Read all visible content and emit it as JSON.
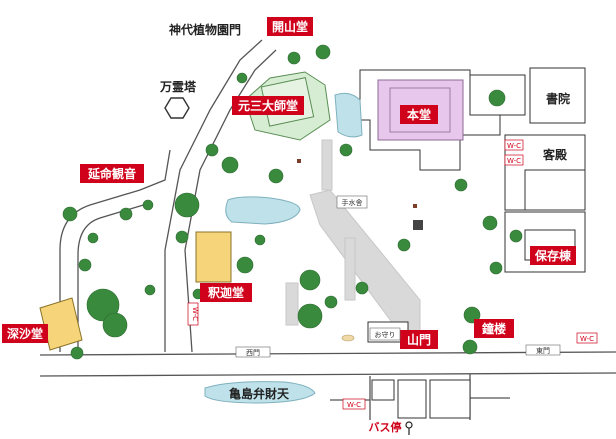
{
  "colors": {
    "label_red": "#d0021b",
    "hall_yellow": "#f6d57a",
    "main_hall_purple": "#e7c8ec",
    "garden_green": "#d6edd3",
    "pond_blue": "#bfe1ea",
    "tree_green": "#3a8a3e",
    "road_gray": "#d6d6d6"
  },
  "labels": {
    "kaizando": "開山堂",
    "ganzan_daishido": "元三大師堂",
    "enmei_kannon": "延命観音",
    "shakado": "釈迦堂",
    "jinshado": "深沙堂",
    "hondo": "本堂",
    "hozonto": "保存棟",
    "sanmon": "山門",
    "shoro": "鐘楼"
  },
  "plain_labels": {
    "shinndai_botanical_gate": "神代植物園門",
    "manreito": "万霊塔",
    "shoin": "書院",
    "kyakuden": "客殿",
    "kamejima_benzaiten": "亀島弁財天"
  },
  "small_labels": {
    "temizuya": "手水舎",
    "omamori": "お守り",
    "west_gate": "西門",
    "east_gate": "東門"
  },
  "wc_label": "W-C",
  "bus_stop": "バス停"
}
